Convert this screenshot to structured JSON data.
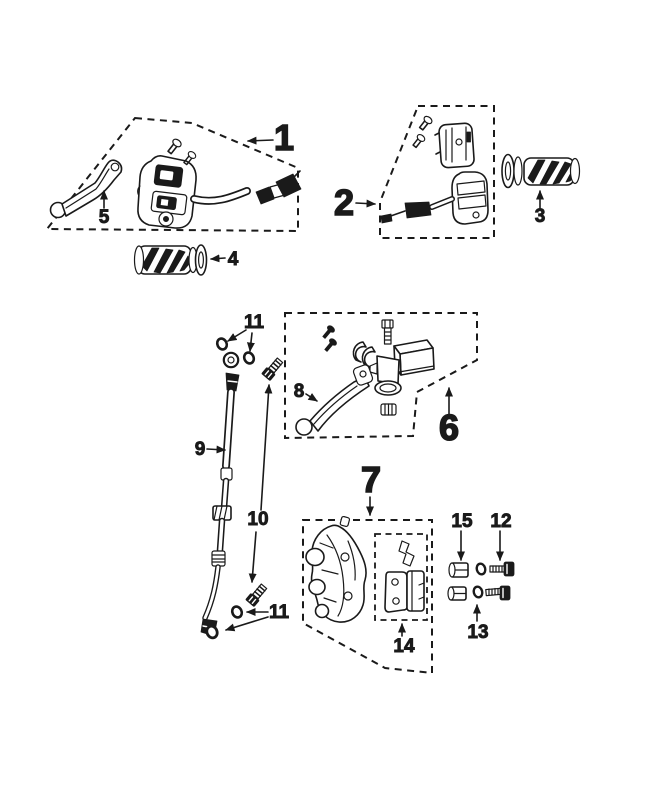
{
  "diagram": {
    "colors": {
      "line": "#1a1a1a",
      "background": "#ffffff"
    },
    "labels": {
      "l1": "1",
      "l2": "2",
      "l3": "3",
      "l4": "4",
      "l5": "5",
      "l6": "6",
      "l7": "7",
      "l8": "8",
      "l9": "9",
      "l10": "10",
      "l11": "11",
      "l12": "12",
      "l13": "13",
      "l14": "14",
      "l15": "15"
    }
  }
}
